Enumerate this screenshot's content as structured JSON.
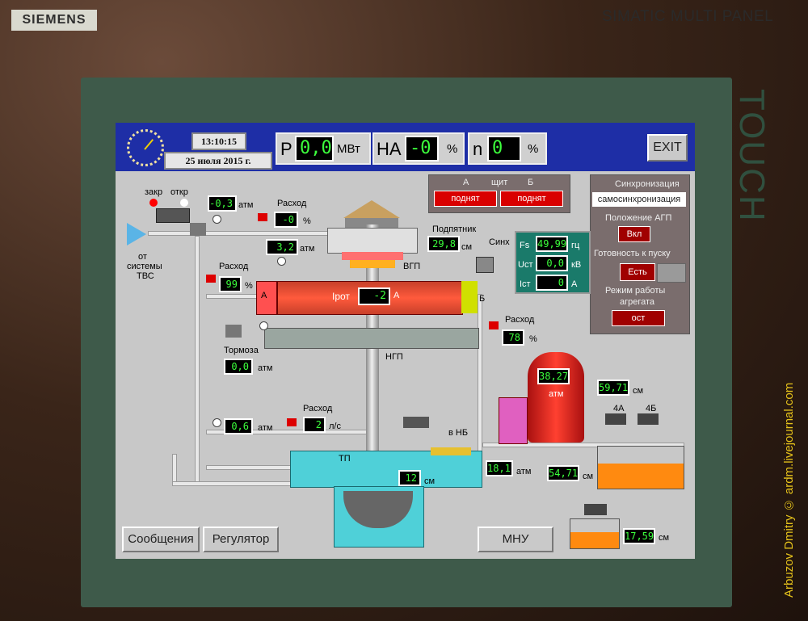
{
  "device": {
    "brand": "SIEMENS",
    "panel_name": "SIMATIC MULTI PANEL",
    "side_label": "TOUCH",
    "watermark": "Arbuzov Dmitry © ardm.livejournal.com"
  },
  "header": {
    "time": "13:10:15",
    "date": "25 июля 2015 г.",
    "p_label": "P",
    "p_value": "0,0",
    "p_unit": "МВт",
    "na_label": "НА",
    "na_value": "-0",
    "na_unit": "%",
    "n_label": "n",
    "n_value": "0",
    "n_unit": "%",
    "exit_label": "EXIT"
  },
  "shield": {
    "label_a": "А",
    "label_shield": "щит",
    "label_b": "Б",
    "btn_a": "поднят",
    "btn_b": "поднят"
  },
  "sync_panel": {
    "sync_title": "Синхронизация",
    "sync_value": "самосинхронизация",
    "agp_title": "Положение АГП",
    "agp_value": "Вкл",
    "ready_title": "Готовность к пуску",
    "ready_value": "Есть",
    "mode_title_1": "Режим работы",
    "mode_title_2": "агрегата",
    "mode_value": "ост"
  },
  "intake": {
    "closed_label": "закр",
    "open_label": "откр",
    "pressure": "-0,3",
    "pressure_unit": "атм",
    "flow_label": "Расход",
    "flow_value": "-0",
    "flow_unit": "%",
    "source_1": "от",
    "source_2": "системы",
    "source_3": "ТВС",
    "pressure2": "3,2",
    "pressure2_unit": "атм"
  },
  "bearing": {
    "thrust_label": "Подпятник",
    "thrust_value": "29,8",
    "thrust_unit": "см",
    "vgp": "ВГП",
    "ngp": "НГП"
  },
  "generator": {
    "irot_label": "Iрот",
    "irot_value": "-2",
    "irot_unit": "А",
    "side_a": "А",
    "side_b": "Б",
    "cooling_flow_label": "Расход",
    "cooling_flow_value": "99",
    "cooling_flow_unit": "%",
    "right_flow_label": "Расход",
    "right_flow_value": "78",
    "right_flow_unit": "%"
  },
  "sync": {
    "sync_label": "Синх",
    "fs_label": "Fs",
    "fs_value": "49,99",
    "fs_unit": "гц",
    "ust_label": "Uст",
    "ust_value": "0,0",
    "ust_unit": "кВ",
    "ist_label": "Iст",
    "ist_value": "0",
    "ist_unit": "А"
  },
  "brakes": {
    "label": "Тормоза",
    "value": "0,0",
    "unit": "атм"
  },
  "lower": {
    "pressure": "0,6",
    "pressure_unit": "атм",
    "flow_label": "Расход",
    "flow_value": "2",
    "flow_unit": "л/с",
    "to_nb": "в НБ",
    "tp": "ТП",
    "servo_value": "12",
    "servo_unit": "см",
    "oil_pressure": "18,1",
    "oil_pressure_unit": "атм"
  },
  "tanks": {
    "tank_value": "38,27",
    "tank_unit": "атм",
    "level_value": "59,71",
    "level_unit": "см",
    "pump_4a": "4А",
    "pump_4b": "4Б",
    "sump_value": "54,71",
    "sump_unit": "см",
    "drain_value": "17,59",
    "drain_unit": "см"
  },
  "footer": {
    "messages": "Сообщения",
    "regulator": "Регулятор",
    "mnu": "МНУ"
  }
}
